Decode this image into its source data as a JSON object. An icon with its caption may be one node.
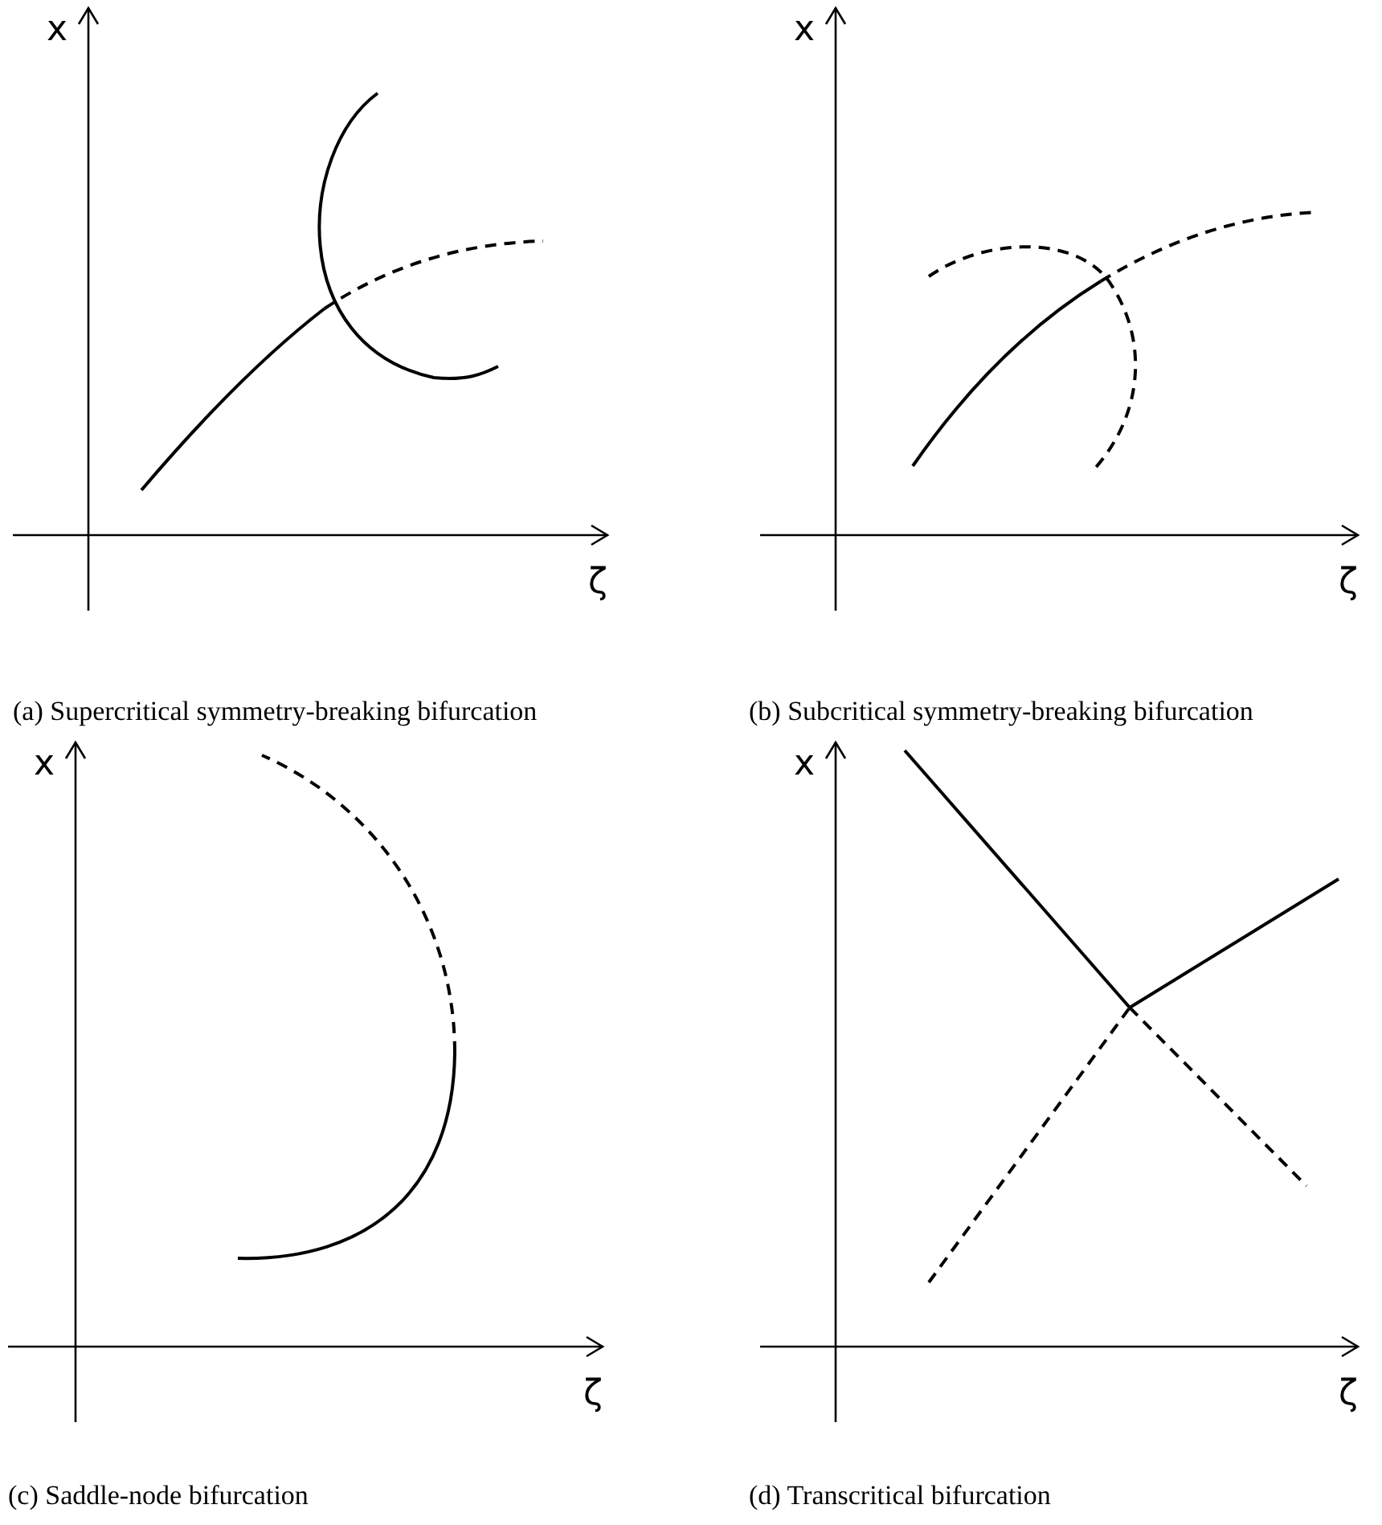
{
  "diagram": {
    "labels": [
      "x",
      "ζ",
      "(a) Supercritical symmetry-breaking bifurcation",
      "x",
      "ζ",
      "(b) Subcritical symmetry-breaking bifurcation",
      "x",
      "ζ",
      "(c) Saddle-node bifurcation",
      "x",
      "ζ",
      "(d) Transcritical bifurcation"
    ]
  }
}
